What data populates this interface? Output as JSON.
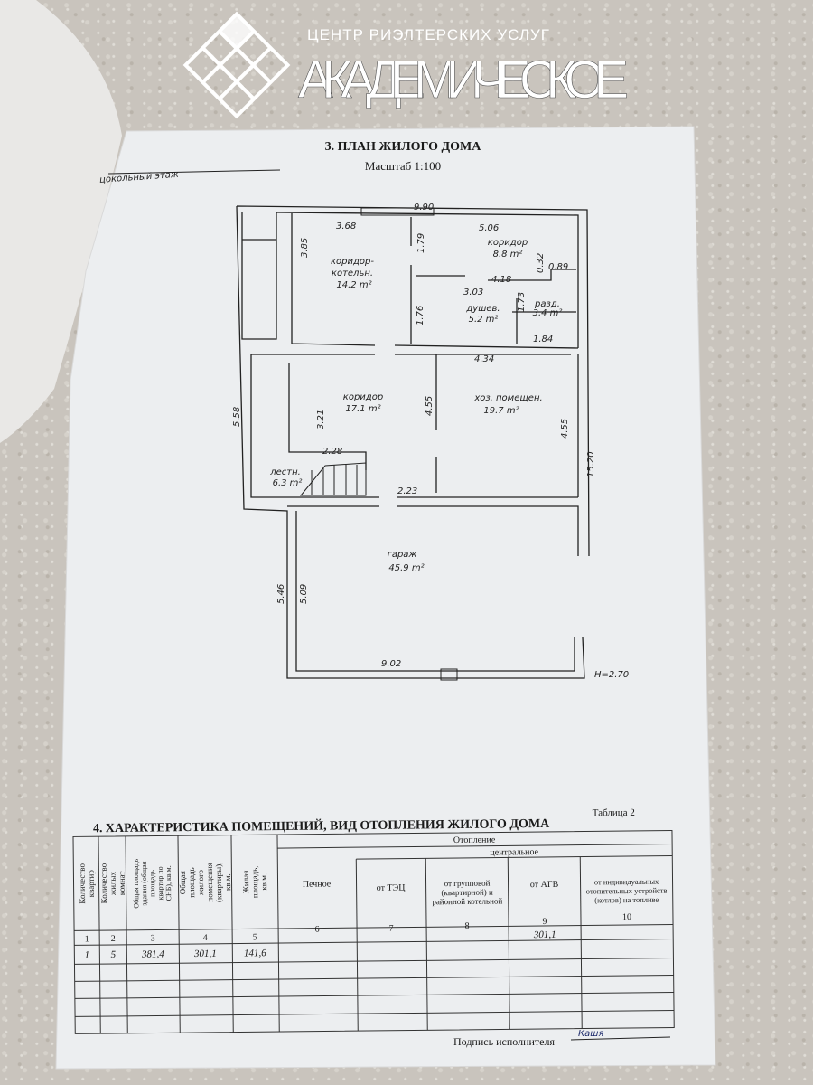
{
  "logo": {
    "tagline": "ЦЕНТР РИЭЛТЕРСКИХ УСЛУГ",
    "name": "АКАДЕМИЧЕСКОЕ"
  },
  "plan": {
    "title": "3. ПЛАН ЖИЛОГО ДОМА",
    "scale": "Масштаб 1:100",
    "floor_label": "цокольный этаж",
    "rooms": [
      {
        "name": "коридор-",
        "name2": "котельн.",
        "area": "14.2 m²"
      },
      {
        "name": "коридор",
        "area": "8.8 m²"
      },
      {
        "name": "душев.",
        "area": "5.2 m²"
      },
      {
        "name": "разд.",
        "area": "3.4 m²"
      },
      {
        "name": "коридор",
        "area": "17.1 m²"
      },
      {
        "name": "хоз. помещен.",
        "area": "19.7 m²"
      },
      {
        "name": "лестн.",
        "area": "6.3 m²"
      },
      {
        "name": "гараж",
        "area": "45.9 m²"
      }
    ],
    "dimensions": {
      "d990": "9.90",
      "d368": "3.68",
      "d506": "5.06",
      "d385": "3.85",
      "d179": "1.79",
      "d418": "4.18",
      "d032": "0.32",
      "d089": "0.89",
      "d303": "3.03",
      "d173": "1.73",
      "d176": "1.76",
      "d184": "1.84",
      "d434": "4.34",
      "d558": "5.58",
      "d321": "3.21",
      "d455a": "4.55",
      "d455b": "4.55",
      "d1520": "15.20",
      "d228": "2.28",
      "d223": "2.23",
      "d546": "5.46",
      "d509": "5.09",
      "d902": "9.02",
      "height": "H=2.70"
    }
  },
  "table": {
    "title": "4. ХАРАКТЕРИСТИКА ПОМЕЩЕНИЙ, ВИД ОТОПЛЕНИЯ ЖИЛОГО ДОМА",
    "table_no": "Таблица 2",
    "group_heating": "Отопление",
    "group_central": "центральное",
    "headers": [
      "Количество квартир",
      "Количество жилых комнат",
      "Общая площадь здания (общая площадь квартир по СНБ), кв.м.",
      "Общая площадь жилого помещения (квартиры), кв.м.",
      "Жилая площадь, кв.м.",
      "Печное",
      "от ТЭЦ",
      "от групповой (квартирной) и районной котельной",
      "от АГВ",
      "от индивидуальных отопительных устройств (котлов) на топливе"
    ],
    "column_numbers": [
      "1",
      "2",
      "3",
      "4",
      "5",
      "6",
      "7",
      "8",
      "9",
      "10"
    ],
    "rows": [
      [
        "1",
        "5",
        "381,4",
        "301,1",
        "141,6",
        "",
        "",
        "",
        "301,1",
        ""
      ]
    ],
    "signature_label": "Подпись исполнителя",
    "signature": "Кашя"
  }
}
